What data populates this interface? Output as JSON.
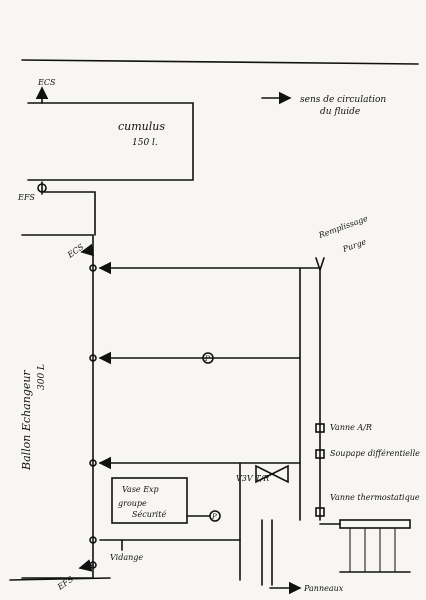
{
  "legend": {
    "arrow_text_line1": "sens de circulation",
    "arrow_text_line2": "du fluide"
  },
  "tanks": {
    "cumulus": {
      "name": "cumulus",
      "volume": "150 l."
    },
    "ballon": {
      "name": "Ballon Echangeur",
      "volume": "300 L"
    }
  },
  "ports": {
    "ecs_top": "ECS",
    "efs_top": "EFS",
    "ecs_ballon": "ECS",
    "efs_bottom": "EFS"
  },
  "components": {
    "remplissage_l1": "Remplissage",
    "remplissage_l2": "Purge",
    "pump_symbol": "P",
    "vanne_ar": "Vanne A/R",
    "soupape": "Soupape différentielle",
    "v3v": "V3V T/R",
    "vanne_thermo": "Vanne thermostatique",
    "vase_l1": "Vase Exp",
    "vase_l2": "groupe",
    "vase_l3": "Sécurité",
    "vidange": "Vidange",
    "panneaux": "Panneaux"
  }
}
